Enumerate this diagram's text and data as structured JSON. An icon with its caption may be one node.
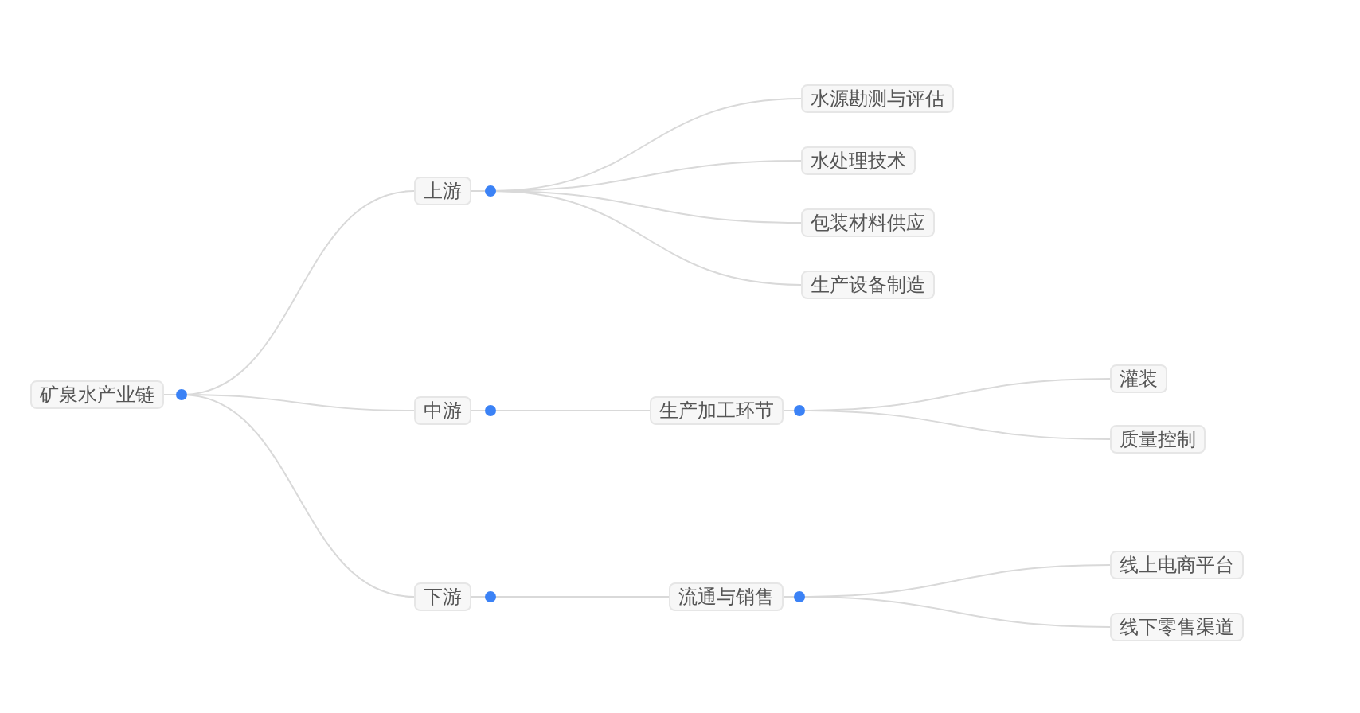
{
  "diagram": {
    "nodes": [
      {
        "text": [
          "矿泉水产业链"
        ]
      },
      {
        "text": [
          "上游"
        ]
      },
      {
        "text": [
          "中游"
        ]
      },
      {
        "text": [
          "下游"
        ]
      },
      {
        "text": [
          "水源勘测与评估"
        ]
      },
      {
        "text": [
          "水处理技术"
        ]
      },
      {
        "text": [
          "包装材料供应"
        ]
      },
      {
        "text": [
          "生产设备制造"
        ]
      },
      {
        "text": [
          "生产加工环节"
        ]
      },
      {
        "text": [
          "灌装"
        ]
      },
      {
        "text": [
          "质量控制"
        ]
      },
      {
        "text": [
          "流通与销售"
        ]
      },
      {
        "text": [
          "线上电商平台"
        ]
      },
      {
        "text": [
          "线下零售渠道"
        ]
      }
    ],
    "edges": [
      {
        "from": 0,
        "to": 1,
        "arrow": "none"
      },
      {
        "from": 0,
        "to": 2,
        "arrow": "none"
      },
      {
        "from": 0,
        "to": 3,
        "arrow": "none"
      },
      {
        "from": 1,
        "to": 4,
        "arrow": "none"
      },
      {
        "from": 1,
        "to": 5,
        "arrow": "none"
      },
      {
        "from": 1,
        "to": 6,
        "arrow": "none"
      },
      {
        "from": 1,
        "to": 7,
        "arrow": "none"
      },
      {
        "from": 2,
        "to": 8,
        "arrow": "none"
      },
      {
        "from": 8,
        "to": 9,
        "arrow": "none"
      },
      {
        "from": 8,
        "to": 10,
        "arrow": "none"
      },
      {
        "from": 3,
        "to": 11,
        "arrow": "none"
      },
      {
        "from": 11,
        "to": 12,
        "arrow": "none"
      },
      {
        "from": 11,
        "to": 13,
        "arrow": "none"
      }
    ]
  }
}
